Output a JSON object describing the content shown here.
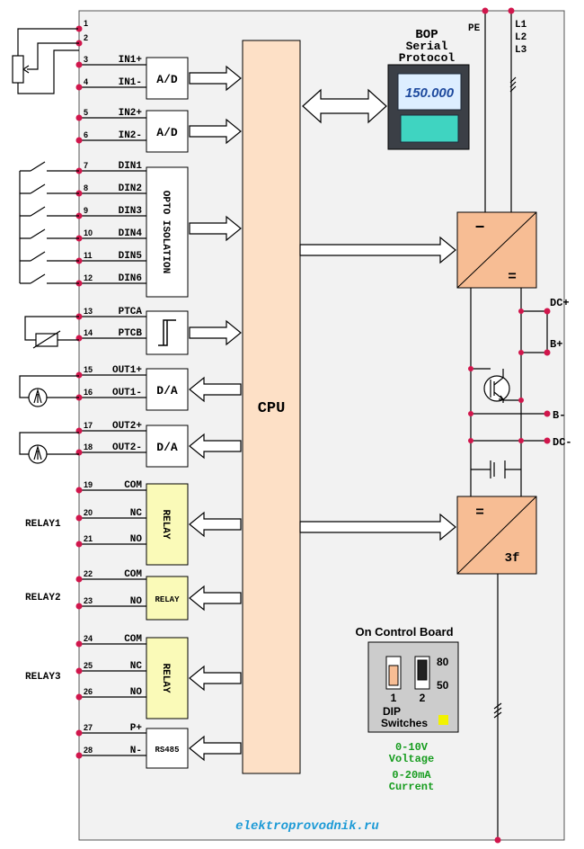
{
  "terminals": [
    {
      "num": "1",
      "label": ""
    },
    {
      "num": "2",
      "label": ""
    },
    {
      "num": "3",
      "label": "IN1+"
    },
    {
      "num": "4",
      "label": "IN1-"
    },
    {
      "num": "5",
      "label": "IN2+"
    },
    {
      "num": "6",
      "label": "IN2-"
    },
    {
      "num": "7",
      "label": "DIN1"
    },
    {
      "num": "8",
      "label": "DIN2"
    },
    {
      "num": "9",
      "label": "DIN3"
    },
    {
      "num": "10",
      "label": "DIN4"
    },
    {
      "num": "11",
      "label": "DIN5"
    },
    {
      "num": "12",
      "label": "DIN6"
    },
    {
      "num": "13",
      "label": "PTCA"
    },
    {
      "num": "14",
      "label": "PTCB"
    },
    {
      "num": "15",
      "label": "OUT1+"
    },
    {
      "num": "16",
      "label": "OUT1-"
    },
    {
      "num": "17",
      "label": "OUT2+"
    },
    {
      "num": "18",
      "label": "OUT2-"
    },
    {
      "num": "19",
      "label": "COM"
    },
    {
      "num": "20",
      "label": "NC"
    },
    {
      "num": "21",
      "label": "NO"
    },
    {
      "num": "22",
      "label": "COM"
    },
    {
      "num": "23",
      "label": "NO"
    },
    {
      "num": "24",
      "label": "COM"
    },
    {
      "num": "25",
      "label": "NC"
    },
    {
      "num": "26",
      "label": "NO"
    },
    {
      "num": "27",
      "label": "P+"
    },
    {
      "num": "28",
      "label": "N-"
    }
  ],
  "blocks": {
    "ad1": "A/D",
    "ad2": "A/D",
    "opto": "OPTO ISOLATION",
    "da1": "D/A",
    "da2": "D/A",
    "relay1": "RELAY",
    "relay2": "RELAY",
    "relay3": "RELAY",
    "rs485": "RS485",
    "cpu": "CPU"
  },
  "relay_groups": [
    "RELAY1",
    "RELAY2",
    "RELAY3"
  ],
  "bop": {
    "title_line1": "BOP",
    "title_line2": "Serial",
    "title_line3": "Protocol",
    "display_value": "150.000"
  },
  "power": {
    "pe": "PE",
    "lines": [
      "L1",
      "L2",
      "L3"
    ],
    "rectifier_minus": "−",
    "rectifier_equals": "=",
    "inverter_equals": "=",
    "inverter_label": "3f",
    "dc_plus": "DC+",
    "b_plus": "B+",
    "b_minus": "B-",
    "dc_minus": "DC-"
  },
  "dip": {
    "title": "On Control Board",
    "switch1": "1",
    "switch2": "2",
    "val80": "80",
    "val50": "50",
    "label_line1": "DIP",
    "label_line2": "Switches",
    "voltage_line1": "0-10V",
    "voltage_line2": "Voltage",
    "current_line1": "0-20mA",
    "current_line2": "Current"
  },
  "watermark": "elektroprovodnik.ru",
  "colors": {
    "board": "#f2f2f2",
    "cpu_fill": "#fde0c6",
    "relay_fill": "#fafab8",
    "converter_fill": "#f7bd94",
    "dot": "#d1164c",
    "bop_dark": "#3b3f46",
    "bop_display": "#ddeeff",
    "bop_value": "#1e4a9e",
    "bop_button": "#3fd4c1",
    "dip_bg": "#cccccc",
    "dip_led": "#f2f200",
    "green_text": "#169c1e",
    "watermark": "#1c9ad6"
  }
}
